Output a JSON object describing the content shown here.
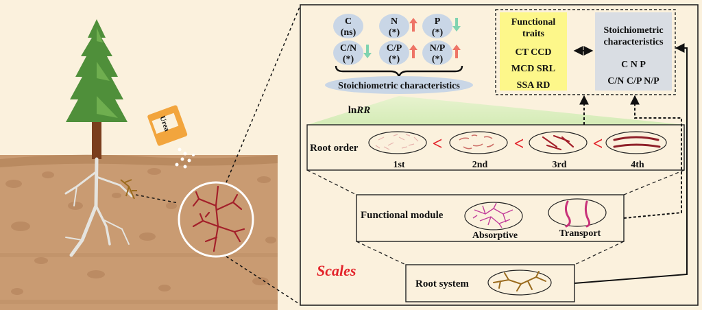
{
  "left_scene": {
    "bag_label": "Urea"
  },
  "stoich_panel": {
    "items": [
      {
        "top": "C",
        "bottom": "(ns)",
        "arrow": "none"
      },
      {
        "top": "N",
        "bottom": "(*)",
        "arrow": "up"
      },
      {
        "top": "P",
        "bottom": "(*)",
        "arrow": "down"
      },
      {
        "top": "C/N",
        "bottom": "(*)",
        "arrow": "down"
      },
      {
        "top": "C/P",
        "bottom": "(*)",
        "arrow": "up"
      },
      {
        "top": "N/P",
        "bottom": "(*)",
        "arrow": "up"
      }
    ],
    "caption": "Stoichiometric characteristics",
    "lnrr_prefix": "ln",
    "lnrr_suffix": "RR"
  },
  "functional_traits": {
    "title_line1": "Functional",
    "title_line2": "traits",
    "line1": "CT CCD",
    "line2": "MCD SRL",
    "line3": "SSA RD"
  },
  "stoich_box": {
    "title_line1": "Stoichiometric",
    "title_line2": "characteristics",
    "line1": "C N P",
    "line2": "C/N C/P N/P"
  },
  "root_order": {
    "label": "Root order",
    "orders": [
      "1st",
      "2nd",
      "3rd",
      "4th"
    ],
    "comparator": "<"
  },
  "functional_module": {
    "label": "Functional module",
    "absorptive": "Absorptive",
    "transport": "Transport"
  },
  "root_system": {
    "label": "Root system"
  },
  "scales_label": "Scales",
  "colors": {
    "background": "#fbf1dd",
    "soil": "#cfa27a",
    "root_red": "#a3202a",
    "arrow_up": "#ee7466",
    "arrow_down": "#7fd3b0",
    "traits_yellow": "#fdf78a",
    "stoich_grey": "#d9dde3",
    "ellipse_blue": "#c9d6e6",
    "scales_red": "#e3242b",
    "transport_pink": "#c8327a",
    "root_brown": "#9a6b1e"
  }
}
